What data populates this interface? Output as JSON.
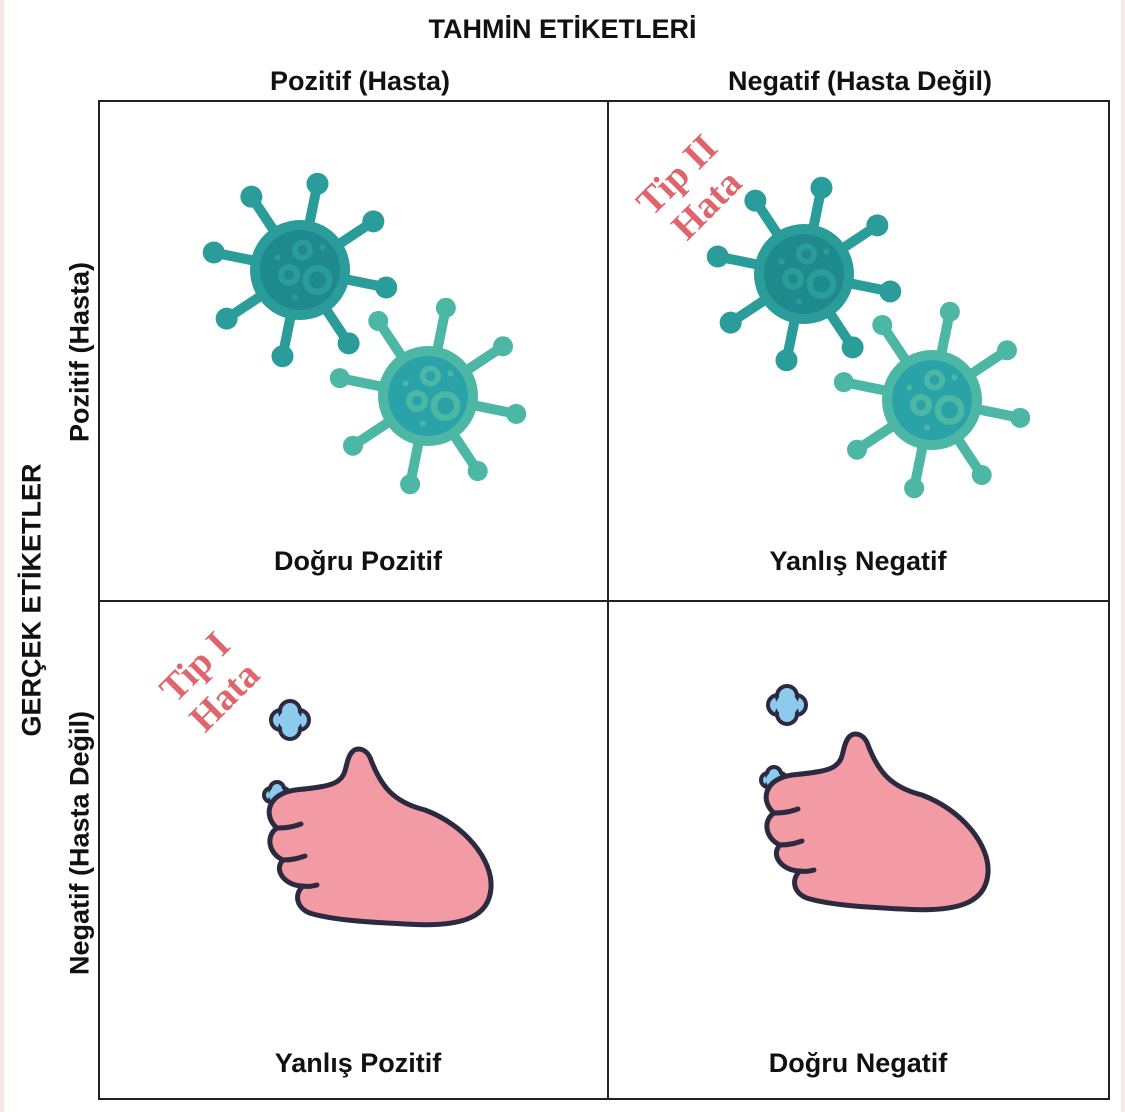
{
  "top_title": "TAHMİN ETİKETLERİ",
  "left_title": "GERÇEK ETİKETLER",
  "columns": [
    "Pozitif (Hasta)",
    "Negatif (Hasta Değil)"
  ],
  "rows": [
    "Pozitif (Hasta)",
    "Negatif (Hasta Değil)"
  ],
  "cells": {
    "tp": "Doğru Pozitif",
    "fn": "Yanlış Negatif",
    "fp": "Yanlış Pozitif",
    "tn": "Doğru Negatif"
  },
  "errors": {
    "type2": [
      "Tip II",
      "Hata"
    ],
    "type1": [
      "Tip I",
      "Hata"
    ]
  },
  "icons": {
    "virus": "virus-icon",
    "thumb": "thumbs-up-icon",
    "bubble": "bubble-icon"
  },
  "colors": {
    "virus_dark": "#2a9d9a",
    "virus_light": "#4cb7a5",
    "hand": "#f39ba4",
    "outline": "#2c2a40",
    "bubble": "#8ccbed",
    "error_text": "#e0646c"
  }
}
